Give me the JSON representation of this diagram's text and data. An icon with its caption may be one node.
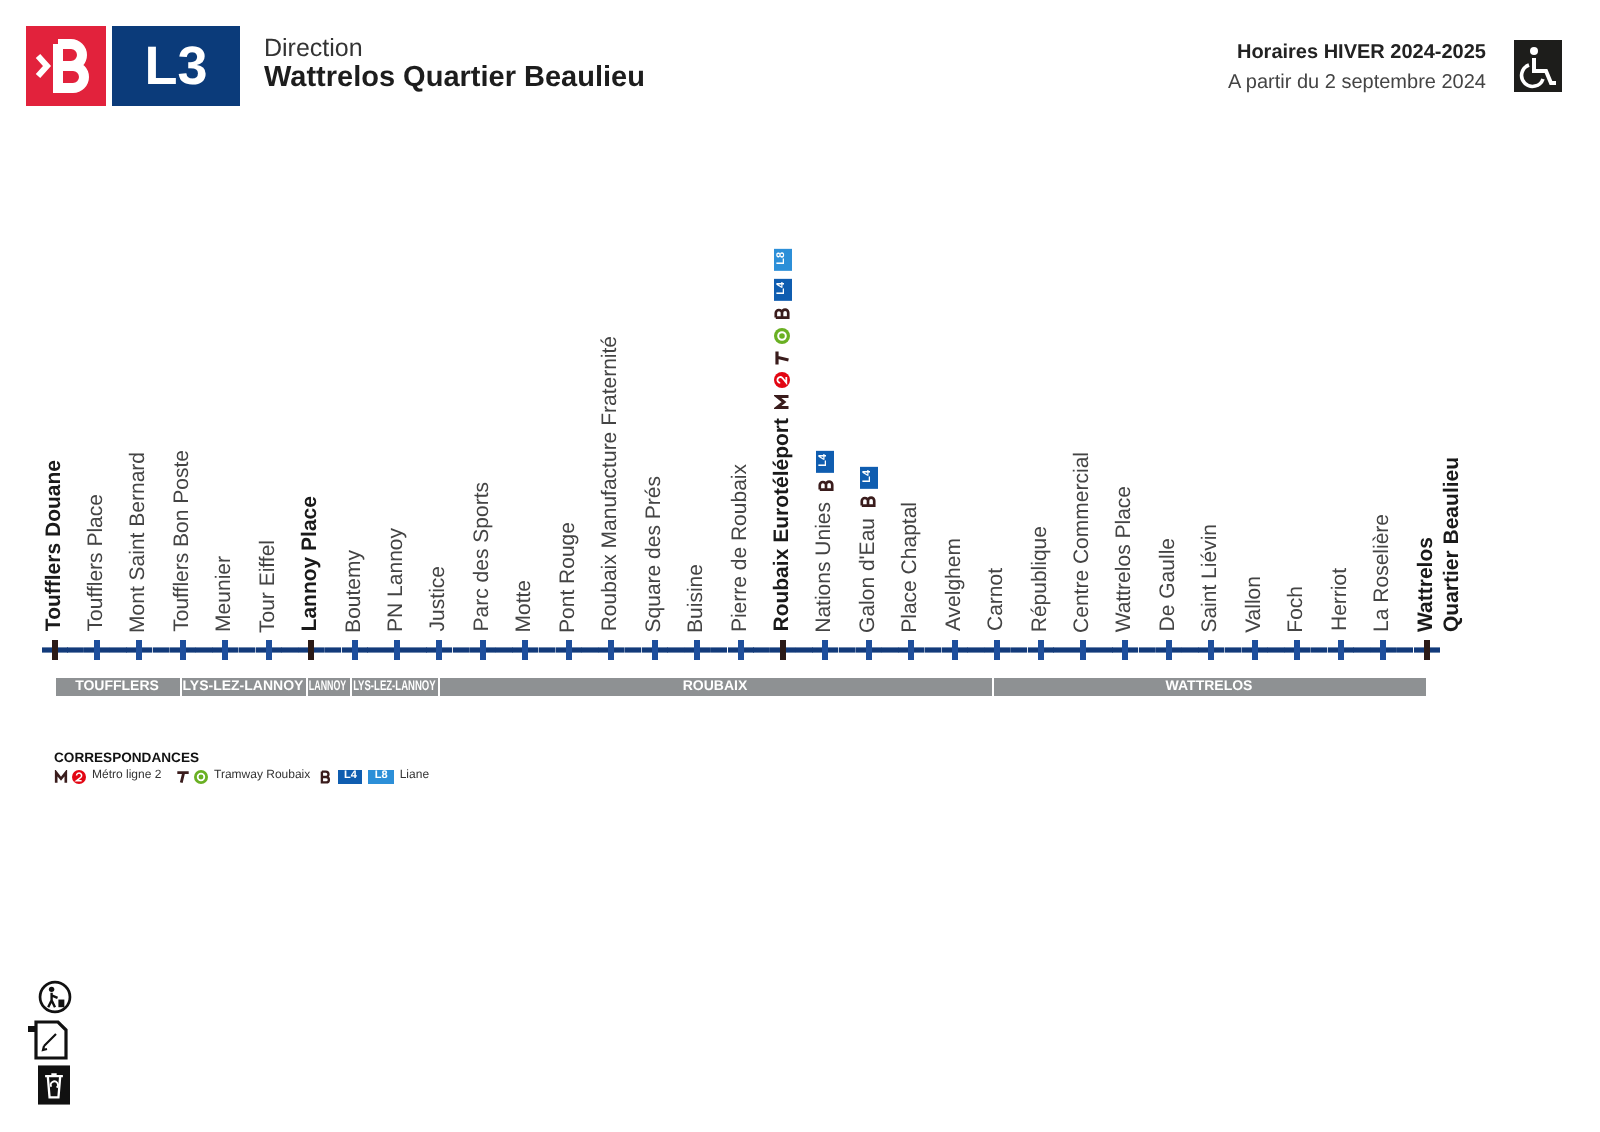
{
  "diagram": {
    "title": "Wattrelos Quartier Beaulieu",
    "nodes": [
      {
        "text": [
          "L3"
        ]
      },
      {
        "text": [
          "Toufflers Douane"
        ]
      },
      {
        "text": [
          "Toufflers Place"
        ]
      },
      {
        "text": [
          "Mont Saint Bernard"
        ]
      },
      {
        "text": [
          "Toufflers Bon Poste"
        ]
      },
      {
        "text": [
          "Meunier"
        ]
      },
      {
        "text": [
          "Tour Eiffel"
        ]
      },
      {
        "text": [
          "Lannoy Place"
        ]
      },
      {
        "text": [
          "Boutemy"
        ]
      },
      {
        "text": [
          "PN Lannoy"
        ]
      },
      {
        "text": [
          "Justice"
        ]
      },
      {
        "text": [
          "Parc des Sports"
        ]
      },
      {
        "text": [
          "Motte"
        ]
      },
      {
        "text": [
          "Pont Rouge"
        ]
      },
      {
        "text": [
          "Roubaix Manufacture Fraternité"
        ]
      },
      {
        "text": [
          "Square des Prés"
        ]
      },
      {
        "text": [
          "Buisine"
        ]
      },
      {
        "text": [
          "Pierre de Roubaix"
        ]
      },
      {
        "text": [
          "Roubaix Eurotéléport"
        ],
        "beside": [
          "L4",
          "L8"
        ]
      },
      {
        "text": [
          "Nations Unies"
        ],
        "beside": [
          "L4"
        ]
      },
      {
        "text": [
          "Galon d'Eau"
        ],
        "beside": [
          "L4"
        ]
      },
      {
        "text": [
          "Place Chaptal"
        ]
      },
      {
        "text": [
          "Avelghem"
        ]
      },
      {
        "text": [
          "Carnot"
        ]
      },
      {
        "text": [
          "République"
        ]
      },
      {
        "text": [
          "Centre Commercial"
        ]
      },
      {
        "text": [
          "Wattrelos Place"
        ]
      },
      {
        "text": [
          "De Gaulle"
        ]
      },
      {
        "text": [
          "Saint Liévin"
        ]
      },
      {
        "text": [
          "Vallon"
        ]
      },
      {
        "text": [
          "Foch"
        ]
      },
      {
        "text": [
          "Herriot"
        ]
      },
      {
        "text": [
          "La Roselière"
        ]
      },
      {
        "text": [
          "Wattrelos Quartier Beaulieu"
        ]
      },
      {
        "text": [
          "TOUFFLERS"
        ]
      },
      {
        "text": [
          "LYS-LEZ-LANNOY"
        ]
      },
      {
        "text": [
          "LANNOY"
        ]
      },
      {
        "text": [
          "LYS-LEZ-LANNOY"
        ]
      },
      {
        "text": [
          "ROUBAIX"
        ]
      },
      {
        "text": [
          "WATTRELOS"
        ]
      }
    ],
    "edges": [
      {
        "from": 1,
        "to": 2,
        "arrow": "none"
      },
      {
        "from": 2,
        "to": 3,
        "arrow": "none"
      },
      {
        "from": 3,
        "to": 4,
        "arrow": "none"
      },
      {
        "from": 4,
        "to": 5,
        "arrow": "none"
      },
      {
        "from": 5,
        "to": 6,
        "arrow": "none"
      },
      {
        "from": 6,
        "to": 7,
        "arrow": "none"
      },
      {
        "from": 7,
        "to": 8,
        "arrow": "none"
      },
      {
        "from": 8,
        "to": 9,
        "arrow": "none"
      },
      {
        "from": 9,
        "to": 10,
        "arrow": "none"
      },
      {
        "from": 10,
        "to": 11,
        "arrow": "none"
      },
      {
        "from": 11,
        "to": 12,
        "arrow": "none"
      },
      {
        "from": 12,
        "to": 13,
        "arrow": "none"
      },
      {
        "from": 13,
        "to": 14,
        "arrow": "none"
      },
      {
        "from": 14,
        "to": 15,
        "arrow": "none"
      },
      {
        "from": 15,
        "to": 16,
        "arrow": "none"
      },
      {
        "from": 16,
        "to": 17,
        "arrow": "none"
      },
      {
        "from": 17,
        "to": 18,
        "arrow": "none"
      },
      {
        "from": 18,
        "to": 19,
        "arrow": "none"
      },
      {
        "from": 19,
        "to": 20,
        "arrow": "none"
      },
      {
        "from": 20,
        "to": 21,
        "arrow": "none"
      },
      {
        "from": 21,
        "to": 22,
        "arrow": "none"
      },
      {
        "from": 22,
        "to": 23,
        "arrow": "none"
      },
      {
        "from": 23,
        "to": 24,
        "arrow": "none"
      },
      {
        "from": 24,
        "to": 25,
        "arrow": "none"
      },
      {
        "from": 25,
        "to": 26,
        "arrow": "none"
      },
      {
        "from": 26,
        "to": 27,
        "arrow": "none"
      },
      {
        "from": 27,
        "to": 28,
        "arrow": "none"
      },
      {
        "from": 28,
        "to": 29,
        "arrow": "none"
      },
      {
        "from": 29,
        "to": 30,
        "arrow": "none"
      },
      {
        "from": 30,
        "to": 31,
        "arrow": "none"
      },
      {
        "from": 31,
        "to": 32,
        "arrow": "none"
      },
      {
        "from": 32,
        "to": 33,
        "arrow": "none"
      }
    ],
    "labels": [
      "Direction",
      "Horaires HIVER 2024-2025",
      "A partir du 2 septembre 2024",
      "CORRESPONDANCES",
      "L4",
      "L8"
    ],
    "legend": [
      {
        "text": "Métro ligne 2"
      },
      {
        "text": "Tramway Roubaix"
      },
      {
        "text": "Liane"
      }
    ]
  }
}
